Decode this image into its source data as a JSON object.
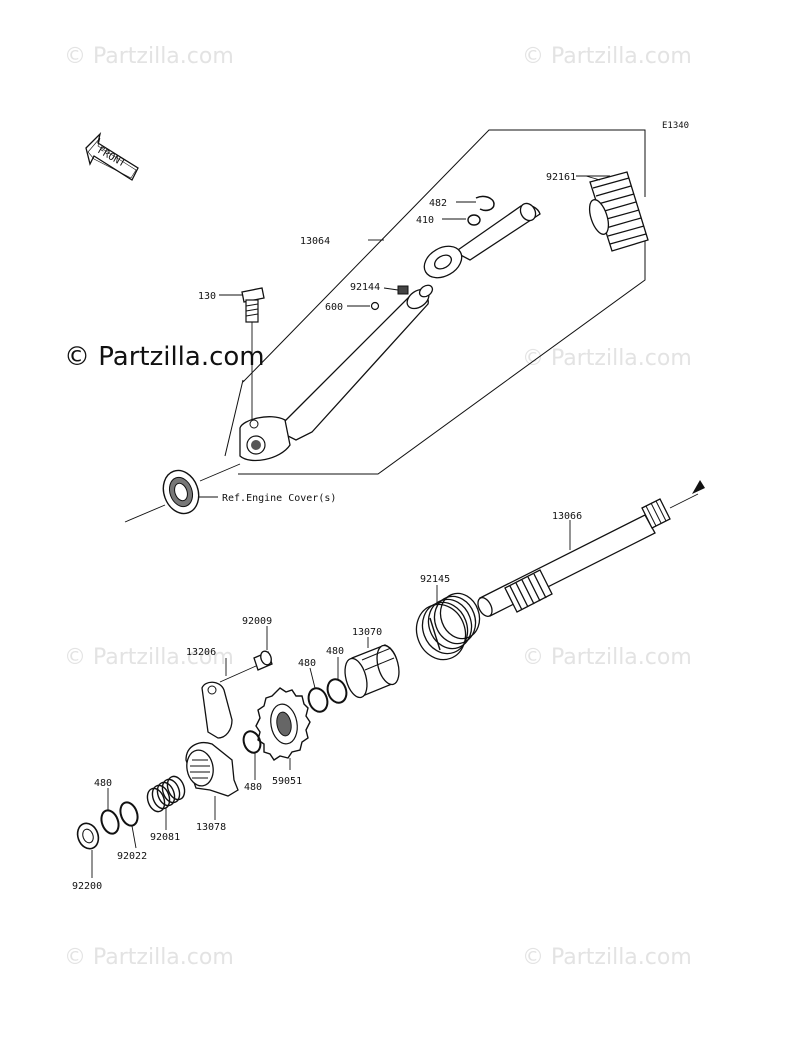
{
  "watermark": "© Partzilla.com",
  "diagram_code": "E1340",
  "front_label": "FRONT",
  "reference_note": "Ref.Engine Cover(s)",
  "parts": {
    "p92161": "92161",
    "p482": "482",
    "p410": "410",
    "p13064": "13064",
    "p92144": "92144",
    "p130": "130",
    "p600": "600",
    "p13066": "13066",
    "p92145": "92145",
    "p92009": "92009",
    "p13206": "13206",
    "p13070": "13070",
    "p480a": "480",
    "p480b": "480",
    "p480c": "480",
    "p59051": "59051",
    "p480d": "480",
    "p13078": "13078",
    "p92081": "92081",
    "p92022": "92022",
    "p92200": "92200"
  }
}
